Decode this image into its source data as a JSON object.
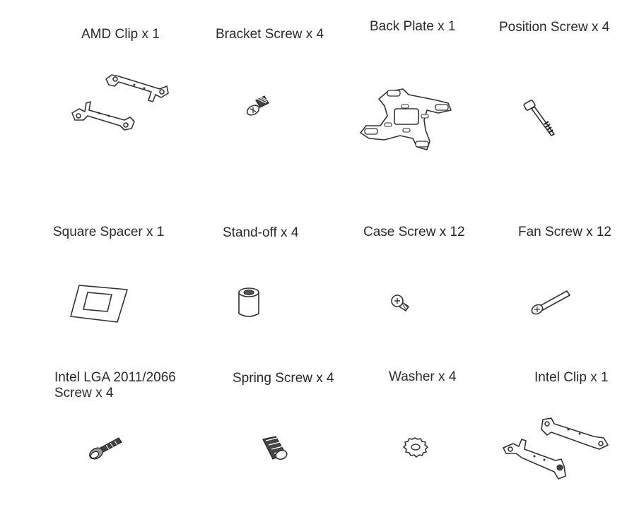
{
  "parts": [
    {
      "label": "AMD Clip x 1",
      "icon": "amd-clip-icon"
    },
    {
      "label": "Bracket Screw x 4",
      "icon": "bracket-screw-icon"
    },
    {
      "label": "Back Plate x 1",
      "icon": "back-plate-icon"
    },
    {
      "label": "Position Screw x 4",
      "icon": "position-screw-icon"
    },
    {
      "label": "Square Spacer x 1",
      "icon": "square-spacer-icon"
    },
    {
      "label": "Stand-off x 4",
      "icon": "stand-off-icon"
    },
    {
      "label": "Case Screw x 12",
      "icon": "case-screw-icon"
    },
    {
      "label": "Fan Screw x 12",
      "icon": "fan-screw-icon"
    },
    {
      "label_line1": "Intel LGA 2011/2066",
      "label_line2": "Screw x 4",
      "icon": "intel-lga-screw-icon"
    },
    {
      "label": "Spring Screw x 4",
      "icon": "spring-screw-icon"
    },
    {
      "label": "Washer x 4",
      "icon": "washer-icon"
    },
    {
      "label": "Intel Clip x 1",
      "icon": "intel-clip-icon"
    }
  ]
}
